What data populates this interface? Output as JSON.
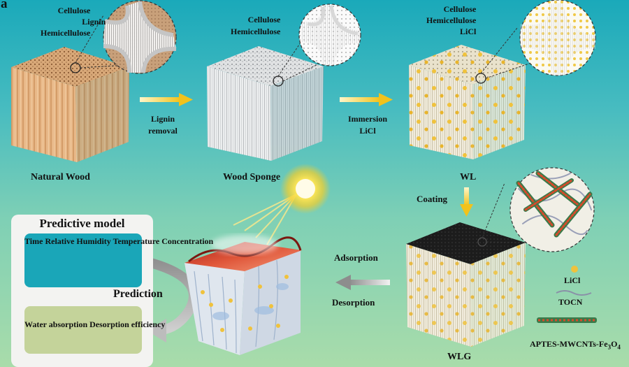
{
  "panel_letter": "a",
  "wood_labels": {
    "natural": "Natural Wood",
    "sponge": "Wood Sponge",
    "wl": "WL",
    "wlg": "WLG"
  },
  "zoom_labels": {
    "natural": [
      "Cellulose",
      "Lignin",
      "Hemicellulose"
    ],
    "sponge": [
      "Cellulose",
      "Hemicellulose"
    ],
    "wl": [
      "Cellulose",
      "Hemicellulose",
      "LiCl"
    ]
  },
  "arrows": {
    "lignin_removal": [
      "Lignin",
      "removal"
    ],
    "immersion": [
      "Immersion",
      "LiCl"
    ],
    "coating": "Coating",
    "adsorption": "Adsorption",
    "desorption": "Desorption",
    "prediction": "Prediction"
  },
  "predictive_model": {
    "title": "Predictive  model",
    "inputs": [
      "Time",
      "Relative Humidity",
      "Temperature",
      "Concentration"
    ],
    "outputs": [
      "Water absorption",
      "Desorption efficiency"
    ]
  },
  "legend": {
    "licl": "LiCl",
    "tocn": "TOCN",
    "aptes": "APTES-MWCNTs-Fe3O4"
  },
  "colors": {
    "bg_top": "#1aa9ba",
    "bg_bottom": "#a9dcaa",
    "arrow_yellow": "#f2c21b",
    "licl_yellow": "#f0c23c",
    "input_box": "#1aa6b8",
    "output_box": "#c4d39a"
  }
}
